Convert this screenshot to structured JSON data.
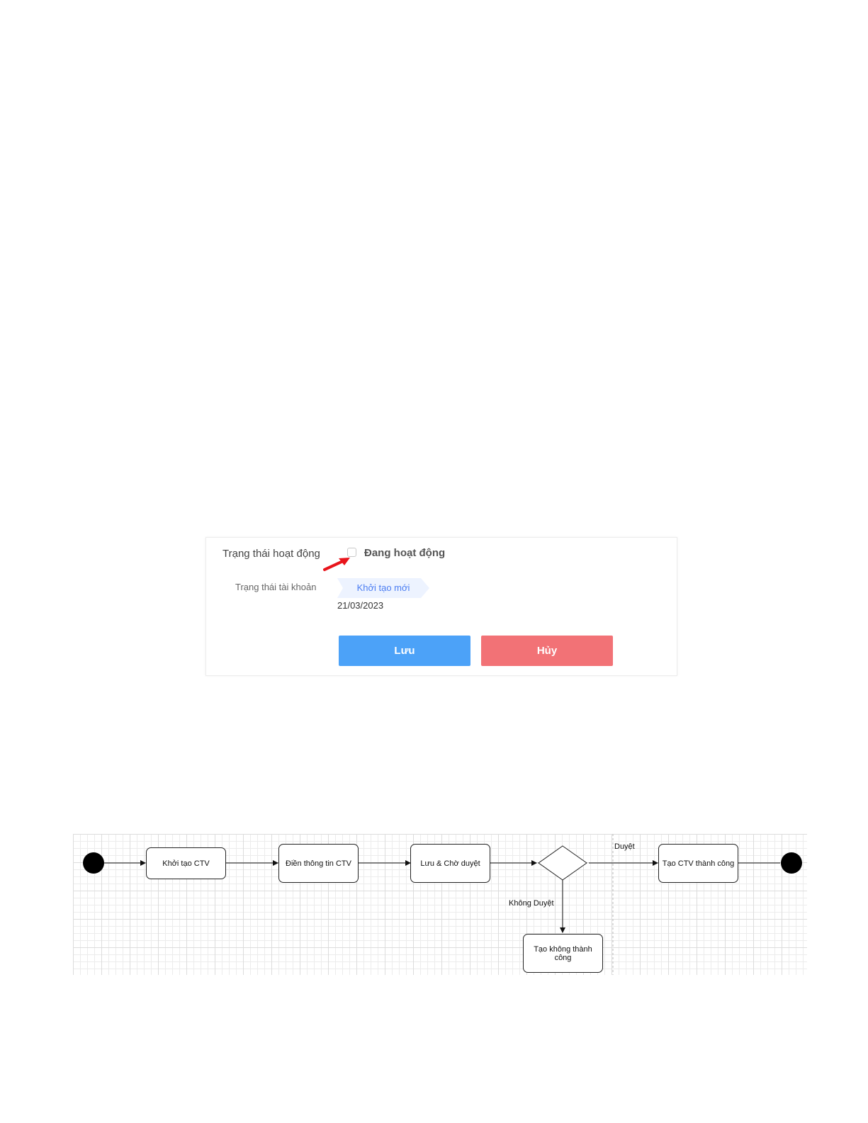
{
  "form": {
    "activity_status_label": "Trạng thái hoạt động",
    "active_checkbox_label": "Đang hoạt động",
    "active_checked": false,
    "account_status_label": "Trạng thái tài khoản",
    "account_status_value": "Khởi tạo mới",
    "date": "21/03/2023",
    "save_label": "Lưu",
    "cancel_label": "Hủy",
    "colors": {
      "save": "#4ca2f8",
      "cancel": "#f27276",
      "tag_text": "#4b7df2",
      "annotation_arrow": "#e8141b"
    }
  },
  "diagram": {
    "nodes": {
      "init": "Khởi tạo CTV",
      "fill": "Điền thông tin CTV",
      "save_wait": "Lưu & Chờ duyệt",
      "success": "Tạo CTV thành công",
      "fail": "Tạo không thành công"
    },
    "edges": {
      "approve": "Duyệt",
      "reject": "Không Duyệt"
    }
  }
}
